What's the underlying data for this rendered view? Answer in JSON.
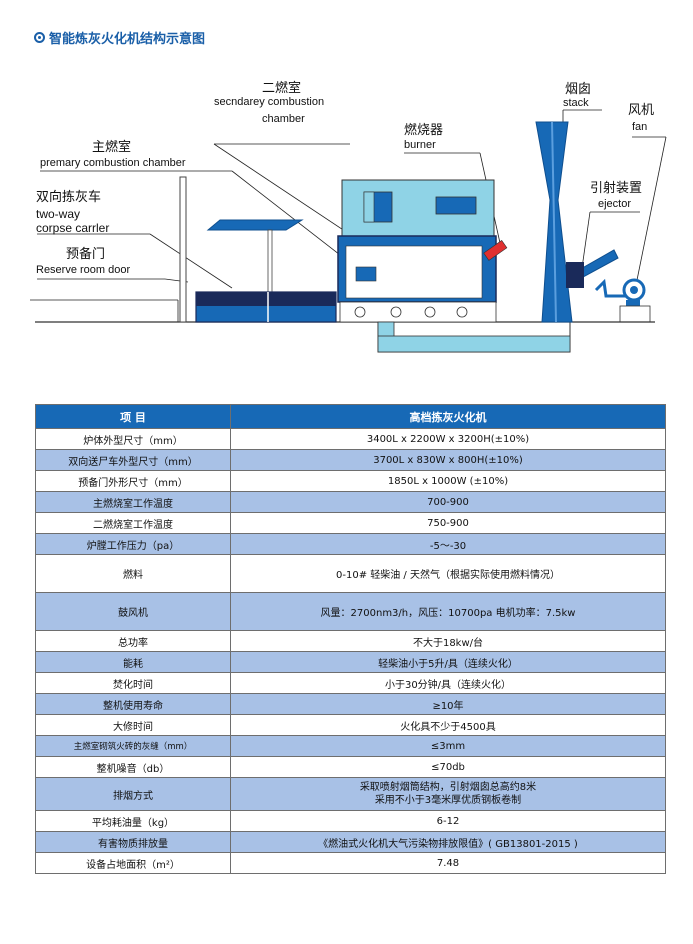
{
  "heading": "智能炼灰火化机结构示意图",
  "labels": {
    "secondary_cn": "二燃室",
    "secondary_en_1": "secndarey  combustion",
    "secondary_en_2": "chamber",
    "primary_cn": "主燃室",
    "primary_en": "premary  combustion  chamber",
    "carrier_cn": "双向拣灰车",
    "carrier_en_1": "two-way",
    "carrier_en_2": "corpse carrler",
    "door_cn": "预备门",
    "door_en": "Reserve  room  door",
    "burner_cn": "燃烧器",
    "burner_en": "burner",
    "stack_cn": "烟囱",
    "stack_en": "stack",
    "fan_cn": "风机",
    "fan_en": "fan",
    "ejector_cn": "引射装置",
    "ejector_en": "ejector"
  },
  "colors": {
    "brand_blue": "#1769b6",
    "dark_blue": "#0f5aa8",
    "light_blue": "#a8c1e6",
    "cyan": "#8fd3e6",
    "navy": "#1a2a5a",
    "red": "#e03030"
  },
  "table": {
    "header": [
      "项    目",
      "高档拣灰火化机"
    ],
    "rows": [
      {
        "k": "炉体外型尺寸（mm）",
        "v": "3400L x 2200W x 3200H(±10%)"
      },
      {
        "k": "双向送尸车外型尺寸（mm）",
        "v": "3700L x 830W x 800H(±10%)"
      },
      {
        "k": "预备门外形尺寸（mm）",
        "v": "1850L x 1000W (±10%)"
      },
      {
        "k": "主燃烧室工作温度",
        "v": "700-900"
      },
      {
        "k": "二燃烧室工作温度",
        "v": "750-900"
      },
      {
        "k": "炉膛工作压力（pa）",
        "v": "-5～-30"
      },
      {
        "k": "燃料",
        "v": "0-10# 轻柴油 / 天然气（根据实际使用燃料情况）"
      },
      {
        "k": "鼓风机",
        "v": "风量：2700nm3/h，风压：10700pa  电机功率：7.5kw"
      },
      {
        "k": "总功率",
        "v": "不大于18kw/台"
      },
      {
        "k": "能耗",
        "v": "轻柴油小于5升/具（连续火化）"
      },
      {
        "k": "焚化时间",
        "v": "小于30分钟/具（连续火化）"
      },
      {
        "k": "整机使用寿命",
        "v": "≥10年"
      },
      {
        "k": "大修时间",
        "v": "火化具不少于4500具"
      },
      {
        "k": "主燃室砌筑火砖的灰缝（mm）",
        "v": "≤3mm"
      },
      {
        "k": "整机噪音（db）",
        "v": "≤70db"
      },
      {
        "k": "排烟方式",
        "v1": "采取喷射烟筒结构，引射烟囱总高约8米",
        "v2": "采用不小于3毫米厚优质钢板卷制"
      },
      {
        "k": "平均耗油量（kg）",
        "v": "6-12"
      },
      {
        "k": "有害物质排放量",
        "v": "《燃油式火化机大气污染物排放限值》( GB13801-2015 )"
      },
      {
        "k": "设备占地面积（m²）",
        "v": "7.48"
      }
    ]
  }
}
